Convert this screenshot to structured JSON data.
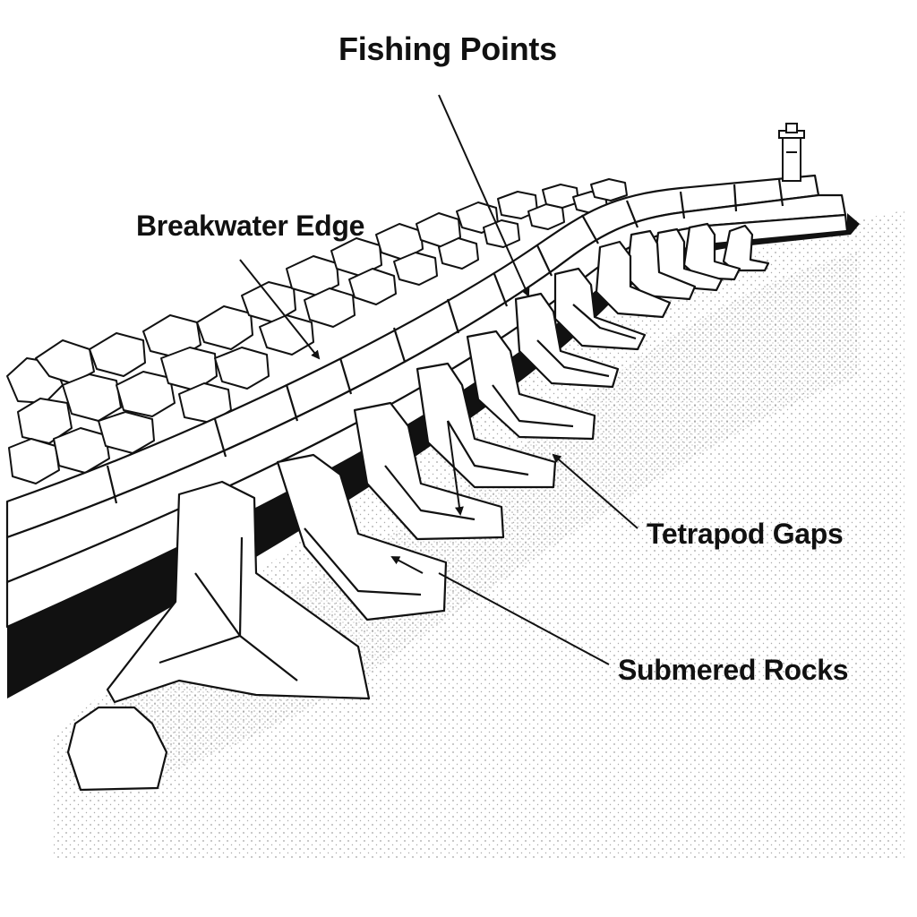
{
  "labels": {
    "fishing_points": "Fishing Points",
    "breakwater_edge": "Breakwater Edge",
    "tetrapod_gaps": "Tetrapod Gaps",
    "submerged_rocks": "Submered Rocks"
  },
  "colors": {
    "ink": "#111111",
    "paper": "#ffffff",
    "stipple": "#555555"
  }
}
